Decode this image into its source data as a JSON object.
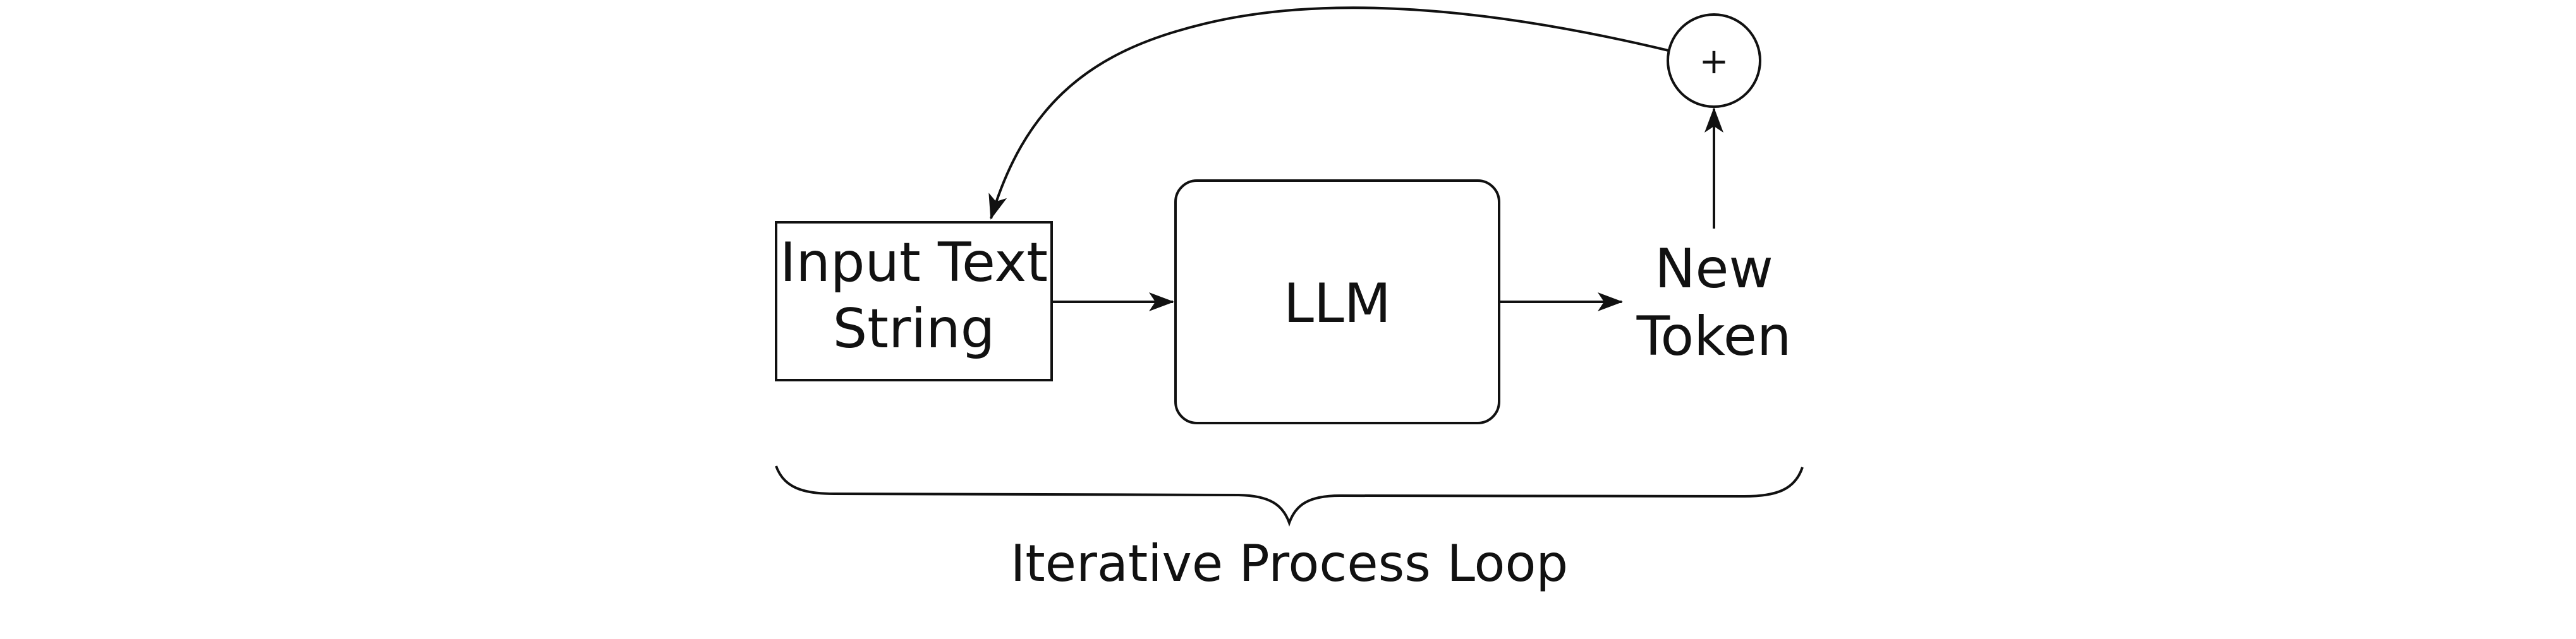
{
  "nodes": {
    "input": {
      "line1": "Input Text",
      "line2": "String"
    },
    "llm": {
      "label": "LLM"
    },
    "token": {
      "line1": "New",
      "line2": "Token"
    },
    "add": {
      "symbol": "+"
    }
  },
  "loop": {
    "label": "Iterative Process Loop"
  }
}
